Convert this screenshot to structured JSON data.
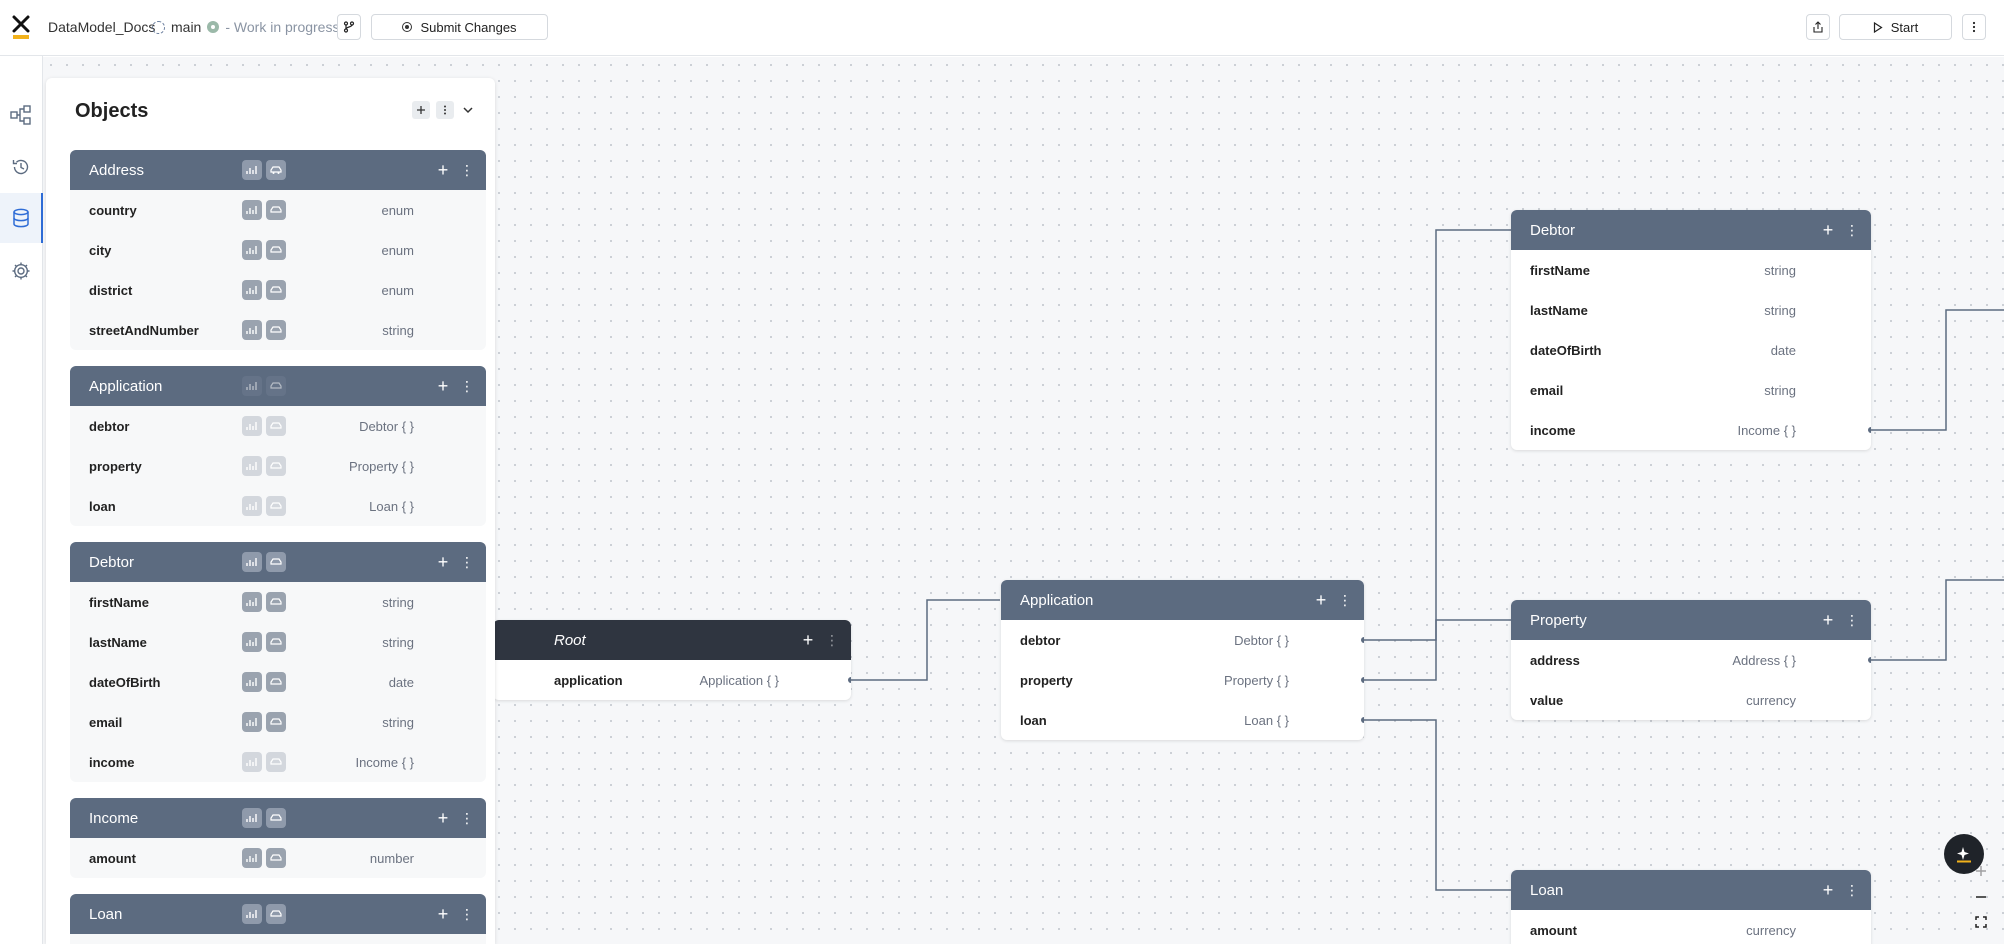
{
  "topbar": {
    "project_name": "DataModel_Docs",
    "branch": "main",
    "status": "- Work in progress",
    "submit_label": "Submit Changes",
    "start_label": "Start"
  },
  "sidebar": {
    "title": "Objects",
    "objects": [
      {
        "name": "Address",
        "fields": [
          {
            "name": "country",
            "type": "enum"
          },
          {
            "name": "city",
            "type": "enum"
          },
          {
            "name": "district",
            "type": "enum"
          },
          {
            "name": "streetAndNumber",
            "type": "string"
          }
        ]
      },
      {
        "name": "Application",
        "fields": [
          {
            "name": "debtor",
            "type": "Debtor { }"
          },
          {
            "name": "property",
            "type": "Property { }"
          },
          {
            "name": "loan",
            "type": "Loan { }"
          }
        ]
      },
      {
        "name": "Debtor",
        "fields": [
          {
            "name": "firstName",
            "type": "string"
          },
          {
            "name": "lastName",
            "type": "string"
          },
          {
            "name": "dateOfBirth",
            "type": "date"
          },
          {
            "name": "email",
            "type": "string"
          },
          {
            "name": "income",
            "type": "Income { }"
          }
        ]
      },
      {
        "name": "Income",
        "fields": [
          {
            "name": "amount",
            "type": "number"
          }
        ]
      },
      {
        "name": "Loan",
        "fields": []
      }
    ]
  },
  "canvas": {
    "root": {
      "name": "Root",
      "fields": [
        {
          "name": "application",
          "type": "Application { }"
        }
      ]
    },
    "application": {
      "name": "Application",
      "fields": [
        {
          "name": "debtor",
          "type": "Debtor { }"
        },
        {
          "name": "property",
          "type": "Property { }"
        },
        {
          "name": "loan",
          "type": "Loan { }"
        }
      ]
    },
    "debtor": {
      "name": "Debtor",
      "fields": [
        {
          "name": "firstName",
          "type": "string"
        },
        {
          "name": "lastName",
          "type": "string"
        },
        {
          "name": "dateOfBirth",
          "type": "date"
        },
        {
          "name": "email",
          "type": "string"
        },
        {
          "name": "income",
          "type": "Income { }"
        }
      ]
    },
    "property": {
      "name": "Property",
      "fields": [
        {
          "name": "address",
          "type": "Address { }"
        },
        {
          "name": "value",
          "type": "currency"
        }
      ]
    },
    "loan": {
      "name": "Loan",
      "fields": [
        {
          "name": "amount",
          "type": "currency"
        }
      ]
    }
  },
  "colors": {
    "card_header": "#5c6b80",
    "root_header": "#2f3540",
    "accent": "#2e6cd6",
    "wire": "#5c6b80"
  }
}
